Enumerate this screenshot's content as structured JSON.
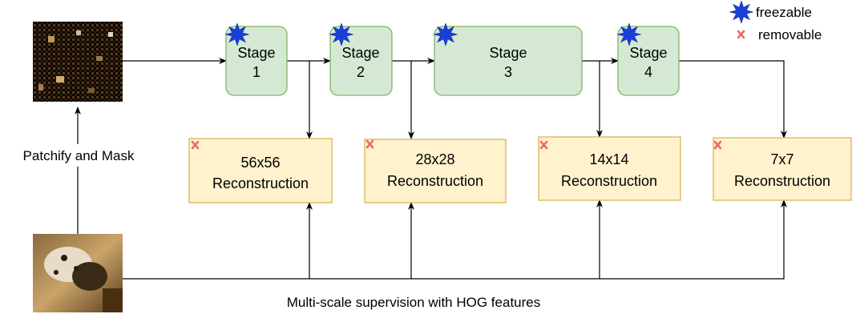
{
  "legend": {
    "freezable_label": "freezable",
    "removable_label": "removable"
  },
  "stages": [
    {
      "title": "Stage",
      "number": "1"
    },
    {
      "title": "Stage",
      "number": "2"
    },
    {
      "title": "Stage",
      "number": "3"
    },
    {
      "title": "Stage",
      "number": "4"
    }
  ],
  "reconstructions": [
    {
      "size": "56x56",
      "label": "Reconstruction"
    },
    {
      "size": "28x28",
      "label": "Reconstruction"
    },
    {
      "size": "14x14",
      "label": "Reconstruction"
    },
    {
      "size": "7x7",
      "label": "Reconstruction"
    }
  ],
  "patchify_label": "Patchify and Mask",
  "supervision_label": "Multi-scale supervision with HOG features",
  "colors": {
    "stage_fill": "#d5e8d4",
    "stage_stroke": "#82b366",
    "recon_fill": "#fff2cc",
    "recon_stroke": "#d6b656",
    "star": "#1a3fd8",
    "x_mark": "#ea6b66"
  }
}
